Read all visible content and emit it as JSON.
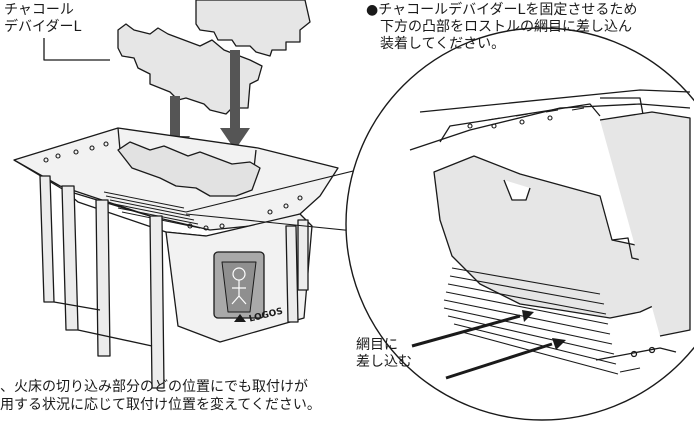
{
  "callout_label": [
    "チャコール",
    "デバイダーL"
  ],
  "note_top": [
    "●チャコールデバイダーLを固定させるため",
    "下方の凸部をロストルの網目に差し込ん",
    "装着してください。"
  ],
  "zoom_label": [
    "網目に",
    "差し込む"
  ],
  "brand": "LOGOS",
  "caption": [
    "、火床の切り込み部分のどの位置にでも取付けが",
    "用する状況に応じて取付け位置を変えてください。"
  ]
}
